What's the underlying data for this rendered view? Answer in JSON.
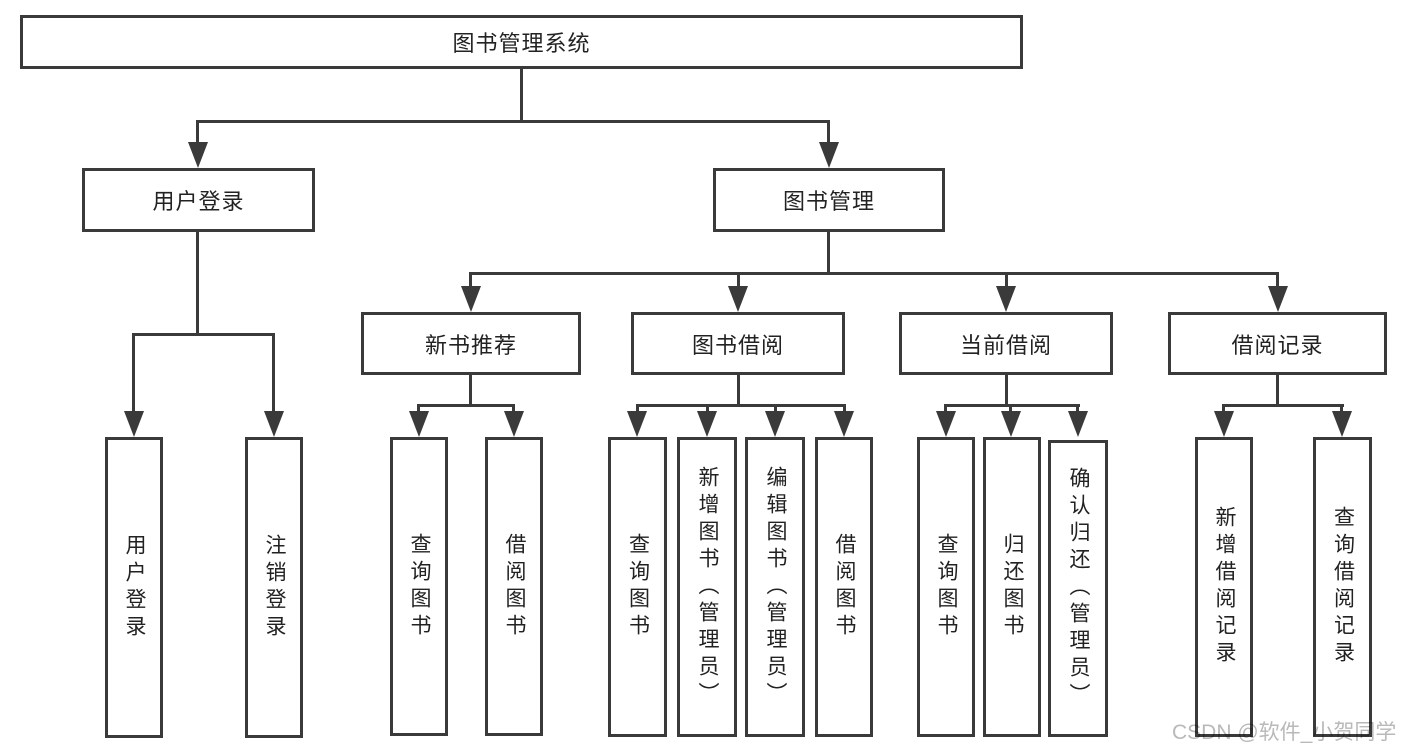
{
  "diagram_type": "functional-structure-tree",
  "colors": {
    "background": "#ffffff",
    "line": "#3a3a3a",
    "text": "#222222",
    "watermark_text": "#b9b9b9"
  },
  "tree": {
    "label": "图书管理系统",
    "children": [
      {
        "label": "用户登录",
        "children": [
          {
            "label": "用户登录"
          },
          {
            "label": "注销登录"
          }
        ]
      },
      {
        "label": "图书管理",
        "children": [
          {
            "label": "新书推荐",
            "children": [
              {
                "label": "查询图书"
              },
              {
                "label": "借阅图书"
              }
            ]
          },
          {
            "label": "图书借阅",
            "children": [
              {
                "label": "查询图书"
              },
              {
                "label": "新增图书（管理员）"
              },
              {
                "label": "编辑图书（管理员）"
              },
              {
                "label": "借阅图书"
              }
            ]
          },
          {
            "label": "当前借阅",
            "children": [
              {
                "label": "查询图书"
              },
              {
                "label": "归还图书"
              },
              {
                "label": "确认归还（管理员）"
              }
            ]
          },
          {
            "label": "借阅记录",
            "children": [
              {
                "label": "新增借阅记录"
              },
              {
                "label": "查询借阅记录"
              }
            ]
          }
        ]
      }
    ]
  },
  "watermark": "CSDN @软件_小贺同学"
}
